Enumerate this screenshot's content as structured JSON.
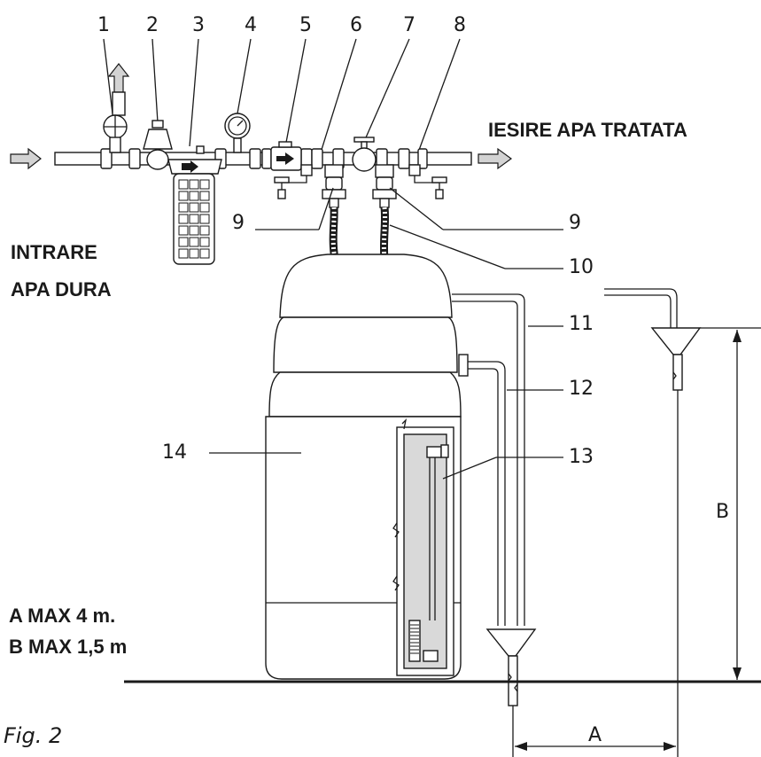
{
  "callouts": [
    "1",
    "2",
    "3",
    "4",
    "5",
    "6",
    "7",
    "8",
    "9",
    "9",
    "10",
    "11",
    "12",
    "13",
    "14"
  ],
  "labels": {
    "outlet": "IESIRE APA TRATATA",
    "inlet_line1": "INTRARE",
    "inlet_line2": "APA DURA",
    "limit_a": "A MAX 4 m.",
    "limit_b": "B MAX 1,5 m",
    "dim_a": "A",
    "dim_b": "B",
    "figure": "Fig. 2"
  },
  "colors": {
    "line": "#1a1a1a",
    "arrow_fill": "#d3d3d3",
    "panel_fill": "#d9d9d9"
  }
}
